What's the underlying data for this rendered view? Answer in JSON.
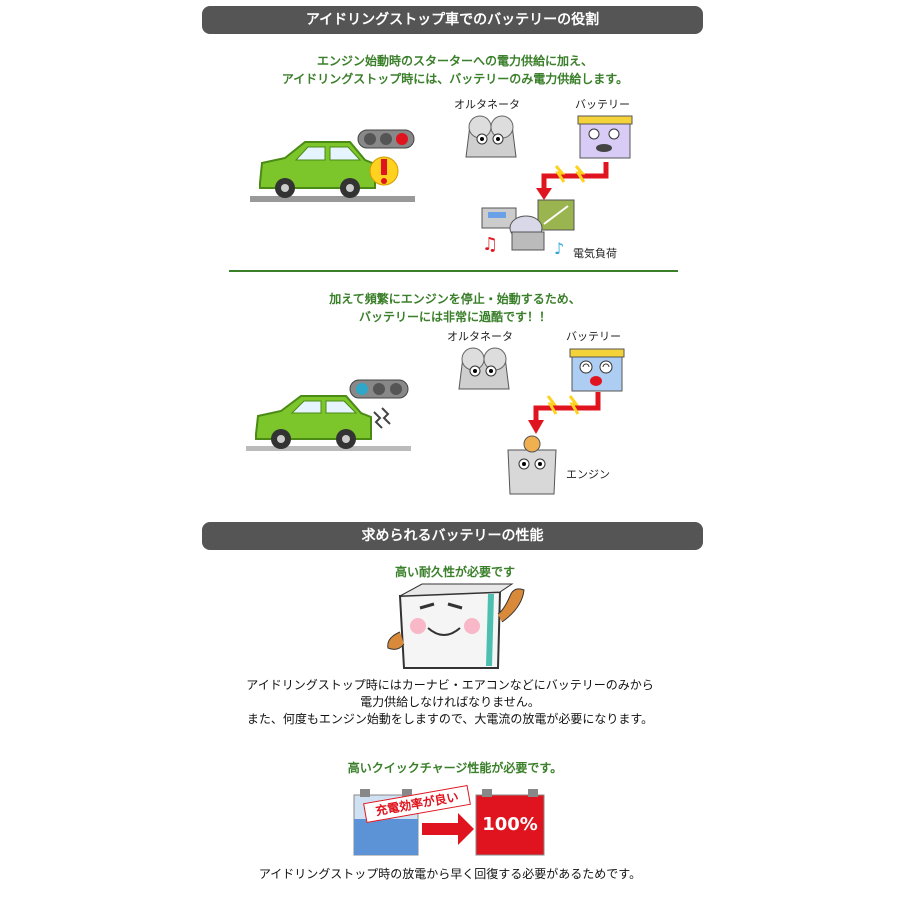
{
  "section1": {
    "title": "アイドリングストップ車でのバッテリーの役割",
    "scene1_caption": [
      "エンジン始動時のスターターへの電力供給に加え、",
      "アイドリングストップ時には、バッテリーのみ電力供給します。"
    ],
    "alternator_label": "オルタネータ",
    "battery_label": "バッテリー",
    "load_label": "電気負荷",
    "scene2_caption": [
      "加えて頻繁にエンジンを停止・始動するため、",
      "バッテリーには非常に過酷です！！"
    ],
    "alternator_label2": "オルタネータ",
    "battery_label2": "バッテリー",
    "engine_label": "エンジン"
  },
  "section2": {
    "title": "求められるバッテリーの性能",
    "durability_heading": "高い耐久性が必要です",
    "durability_text": [
      "アイドリングストップ時にはカーナビ・エアコンなどにバッテリーのみから",
      "電力供給しなければなりません。",
      "また、何度もエンジン始動をしますので、大電流の放電が必要になります。"
    ],
    "charge_heading": "高いクイックチャージ性能が必要です。",
    "charge_badge": "充電効率が良い",
    "charge_percent": "100%",
    "charge_text": "アイドリングストップ時の放電から早く回復する必要があるためです。"
  },
  "colors": {
    "bar": "#555555",
    "green": "#3a7f2a",
    "car": "#7cc52b",
    "red": "#e0141e",
    "blue": "#4a8fd0"
  }
}
